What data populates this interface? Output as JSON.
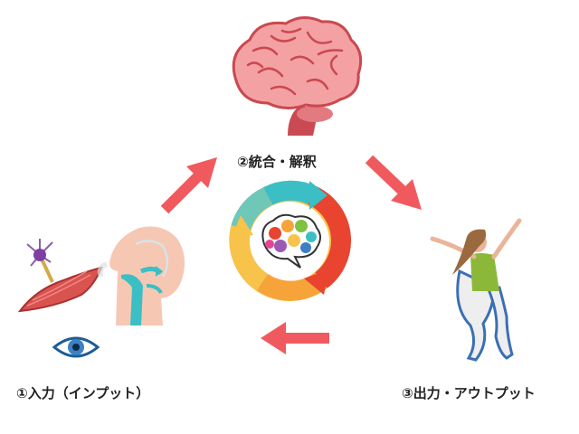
{
  "labels": {
    "integrate": "②統合・解釈",
    "input": "①入力（インプット）",
    "output": "③出力・アウトプット"
  },
  "colors": {
    "arrow": "#f05a5f",
    "brain_pink": "#f4a1a4",
    "brain_outline": "#c9494f",
    "cycle_teal": "#3bbfc4",
    "cycle_red": "#e8442f",
    "cycle_orange": "#f6a43a",
    "cycle_yellow": "#f8c34a"
  },
  "icons": [
    "brain-icon",
    "colorful-brain-icon",
    "neuron-icon",
    "muscle-icon",
    "head-profile-icon",
    "eye-icon",
    "dancing-person-icon"
  ]
}
